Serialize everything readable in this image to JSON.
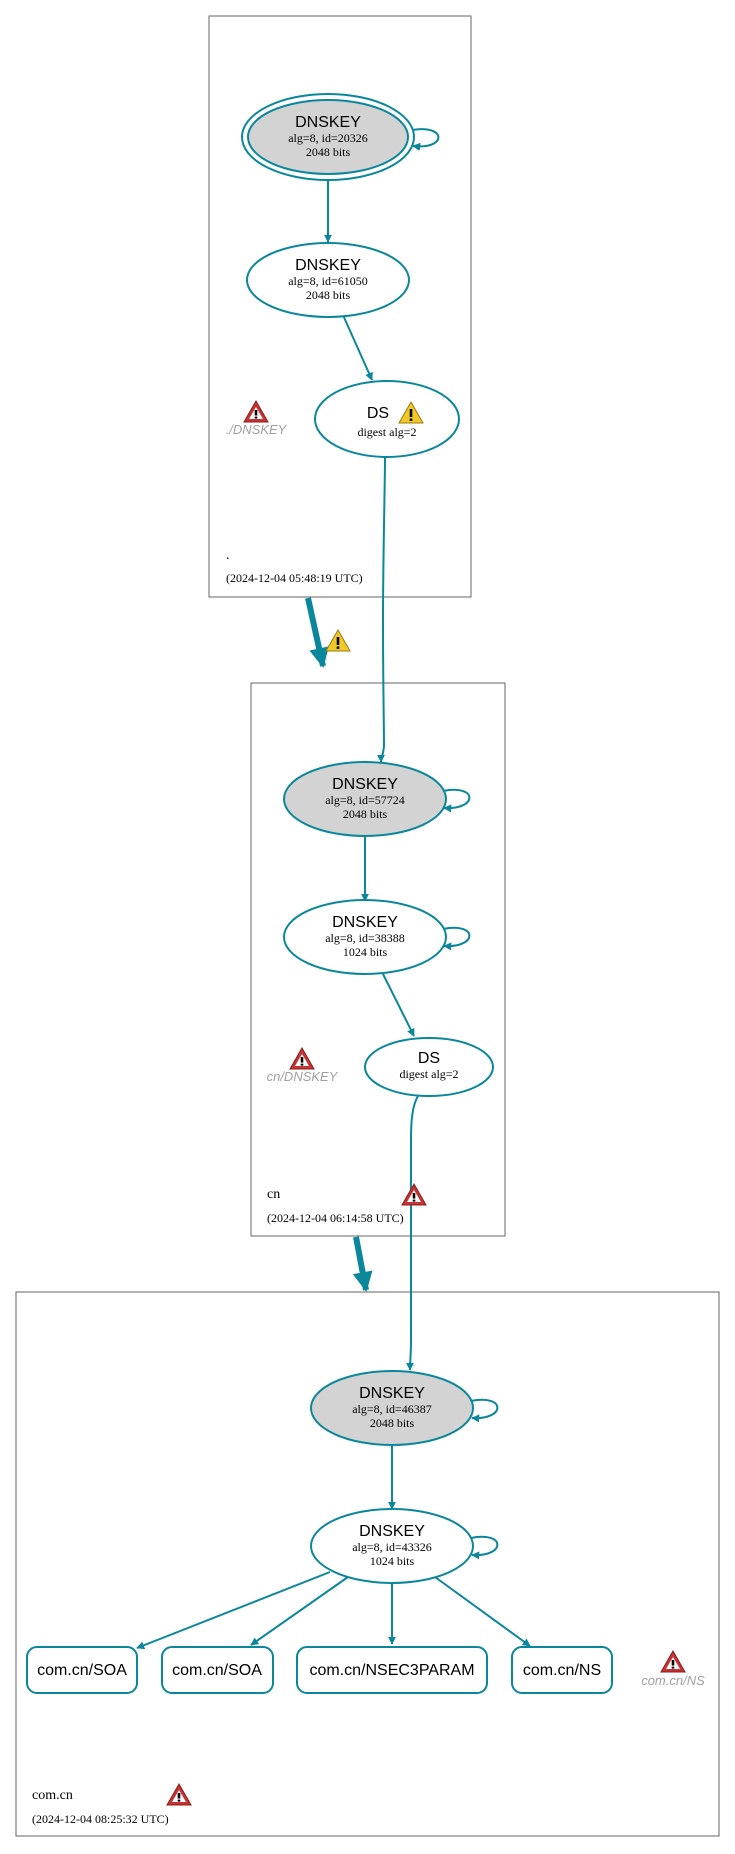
{
  "colors": {
    "edge": "#0a879a",
    "cluster_border": "#666666",
    "ksk_fill": "#d3d3d3",
    "node_fill": "#ffffff",
    "muted_text": "#a0a0a0",
    "warn_red": "#c83232",
    "warn_yellow": "#f0c828"
  },
  "zones": {
    "root": {
      "name": ".",
      "timestamp": "(2024-12-04 05:48:19 UTC)"
    },
    "cn": {
      "name": "cn",
      "timestamp": "(2024-12-04 06:14:58 UTC)"
    },
    "comcn": {
      "name": "com.cn",
      "timestamp": "(2024-12-04 08:25:32 UTC)"
    }
  },
  "nodes": {
    "root_ksk": {
      "title": "DNSKEY",
      "line1": "alg=8, id=20326",
      "line2": "2048 bits"
    },
    "root_zsk": {
      "title": "DNSKEY",
      "line1": "alg=8, id=61050",
      "line2": "2048 bits"
    },
    "root_ds": {
      "title": "DS",
      "line1": "digest alg=2"
    },
    "cn_ksk": {
      "title": "DNSKEY",
      "line1": "alg=8, id=57724",
      "line2": "2048 bits"
    },
    "cn_zsk": {
      "title": "DNSKEY",
      "line1": "alg=8, id=38388",
      "line2": "1024 bits"
    },
    "cn_ds": {
      "title": "DS",
      "line1": "digest alg=2"
    },
    "comcn_ksk": {
      "title": "DNSKEY",
      "line1": "alg=8, id=46387",
      "line2": "2048 bits"
    },
    "comcn_zsk": {
      "title": "DNSKEY",
      "line1": "alg=8, id=43326",
      "line2": "1024 bits"
    }
  },
  "records": [
    {
      "label": "com.cn/SOA"
    },
    {
      "label": "com.cn/SOA"
    },
    {
      "label": "com.cn/NSEC3PARAM"
    },
    {
      "label": "com.cn/NS"
    }
  ],
  "warnings": {
    "root_dnskey": "./DNSKEY",
    "cn_dnskey": "cn/DNSKEY",
    "comcn_ns": "com.cn/NS"
  }
}
